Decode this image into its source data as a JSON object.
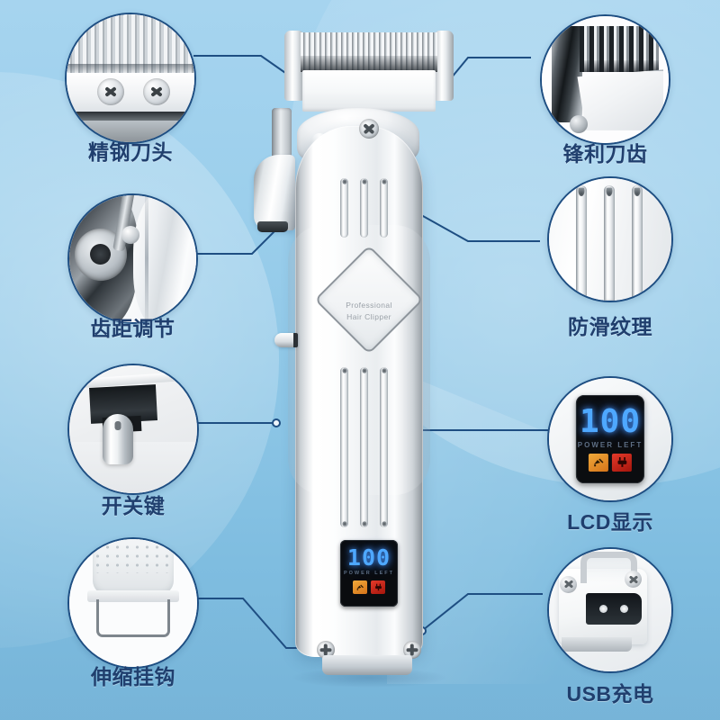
{
  "theme": {
    "bg_top": "#a6d4ef",
    "bg_bottom": "#79b7da",
    "label_color": "#203f6e",
    "line_color": "#1e4e82",
    "bubble_border": "#1e4e82"
  },
  "product": {
    "name": "Professional Hair Clipper",
    "logo_line1": "Professional",
    "logo_line2": "Hair Clipper",
    "display": {
      "digits": "100",
      "sub_label": "POWER LEFT",
      "oil_icon": "oil-drop-icon",
      "plug_icon": "plug-icon",
      "digit_color": "#4ea8ff",
      "oil_color": "#e89a2e",
      "plug_color": "#d42a1c"
    }
  },
  "callouts": [
    {
      "id": "blade-head",
      "label": "精钢刀头",
      "art": "blade-head-macro"
    },
    {
      "id": "tooth-spacing",
      "label": "齿距调节",
      "art": "taper-lever-macro"
    },
    {
      "id": "power-switch",
      "label": "开关键",
      "art": "power-switch-macro"
    },
    {
      "id": "retractable-hook",
      "label": "伸缩挂钩",
      "art": "hook-macro"
    },
    {
      "id": "sharp-teeth",
      "label": "锋利刀齿",
      "art": "sharp-teeth-macro"
    },
    {
      "id": "anti-slip-texture",
      "label": "防滑纹理",
      "art": "grooves-macro"
    },
    {
      "id": "lcd-display",
      "label": "LCD显示",
      "art": "lcd-macro"
    },
    {
      "id": "usb-charging",
      "label": "USB充电",
      "art": "usb-port-macro"
    }
  ]
}
